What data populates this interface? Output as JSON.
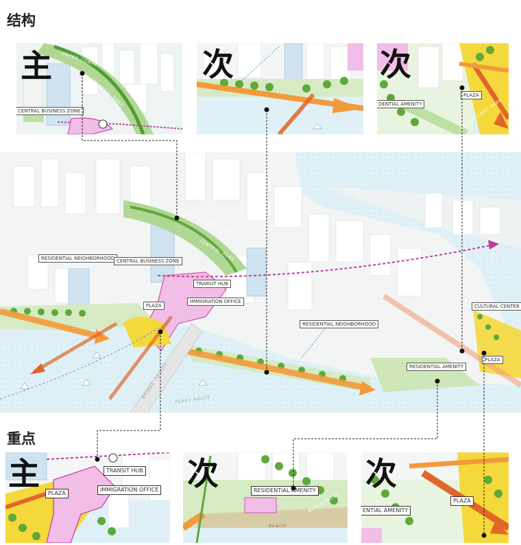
{
  "sections": {
    "structure_heading": "结构",
    "focus_heading": "重点"
  },
  "top_panels": [
    {
      "char": "主",
      "labels": [
        "CENTRAL BUSINESS ZONE"
      ],
      "street_labels": [
        "GREEN CONNECTION",
        "CENTRAL PARK"
      ]
    },
    {
      "char": "次",
      "labels": [],
      "street_labels": []
    },
    {
      "char": "次",
      "labels": [
        "PLAZA",
        "DENTIAL AMENITY"
      ],
      "street_labels": [
        "BEACHFRONT PARK"
      ]
    }
  ],
  "main_map": {
    "labels": {
      "residential_neighborhood_left": "RESIDENTIAL NEIGHBORHOOD",
      "central_business_zone": "CENTRAL BUSINESS ZONE",
      "transit_hub": "TRANSIT HUB",
      "plaza_left": "PLAZA",
      "immigration_office": "IMMIGRATION OFFICE",
      "residential_neighborhood_mid": "RESIDENTIAL NEIGHBORHOOD",
      "residential_amenity": "RESIDENTIAL AMENITY",
      "cultural_center": "CULTURAL CENTER",
      "plaza_right": "PLAZA"
    },
    "street_labels": {
      "green_connection": "GREEN CONNECTION",
      "central_park": "CENTRAL PARK",
      "ferry_route": "FERRY ROUTE",
      "bridge": "BRIDGE TO CITY"
    }
  },
  "bottom_panels": [
    {
      "char": "主",
      "labels": [
        "TRANSIT HUB",
        "PLAZA",
        "IMMIGRATION OFFICE"
      ]
    },
    {
      "char": "次",
      "labels": [
        "RESIDENTIAL AMENITY"
      ],
      "street_labels": [
        "BEACH",
        "BEACHFRONT"
      ]
    },
    {
      "char": "次",
      "labels": [
        "PLAZA",
        "ENTIAL AMENITY"
      ]
    }
  ],
  "colors": {
    "water": "#dff1f7",
    "green": "#6fb84a",
    "green_light": "#cfe6b8",
    "orange": "#f39a3a",
    "orange_dark": "#e0662a",
    "pink": "#f2bde6",
    "magenta": "#c23a9f",
    "yellow": "#f5d83c",
    "building": "#f2f2f2"
  }
}
